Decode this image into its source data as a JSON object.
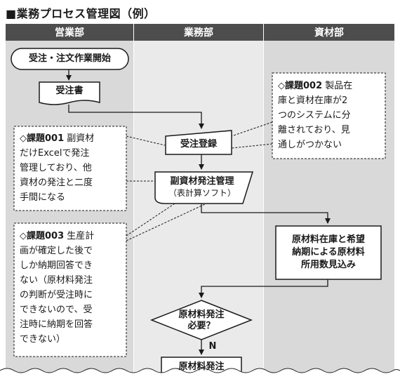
{
  "title": "■業務プロセス管理図（例）",
  "lanes": [
    {
      "label": "営業部"
    },
    {
      "label": "業務部"
    },
    {
      "label": "資材部"
    }
  ],
  "nodes": {
    "start": "受注・注文作業開始",
    "order_doc": "受注書",
    "order_reg": "受注登録",
    "sub_material": "副資材発注管理",
    "sub_material_sub": "（表計算ソフト）",
    "raw_estimate_1": "原材料在庫と希望",
    "raw_estimate_2": "納期による原材料",
    "raw_estimate_3": "所用数見込み",
    "decision_1": "原材料発注",
    "decision_2": "必要？",
    "decision_no": "N",
    "cut_node": "原材料発注"
  },
  "issues": [
    {
      "id": "◇課題001",
      "text": " 副資材\nだけExcelで発注\n管理しており、他\n資材の発注と二度\n手間になる"
    },
    {
      "id": "◇課題002",
      "text": " 製品在\n庫と資材在庫が2\nつのシステムに分\n離されており、見\n通しがつかない"
    },
    {
      "id": "◇課題003",
      "text": " 生産計\n画が確定した後で\nしか納期回答でき\nない（原材料発注\nの判断が受注時に\nできないので、受\n注時に納期を回答\nできない）"
    }
  ],
  "colors": {
    "lane_gray": "#d9d9d9",
    "lane_light": "#eaeaea",
    "header": "#4d4d4d",
    "ink": "#1a1a1a"
  }
}
